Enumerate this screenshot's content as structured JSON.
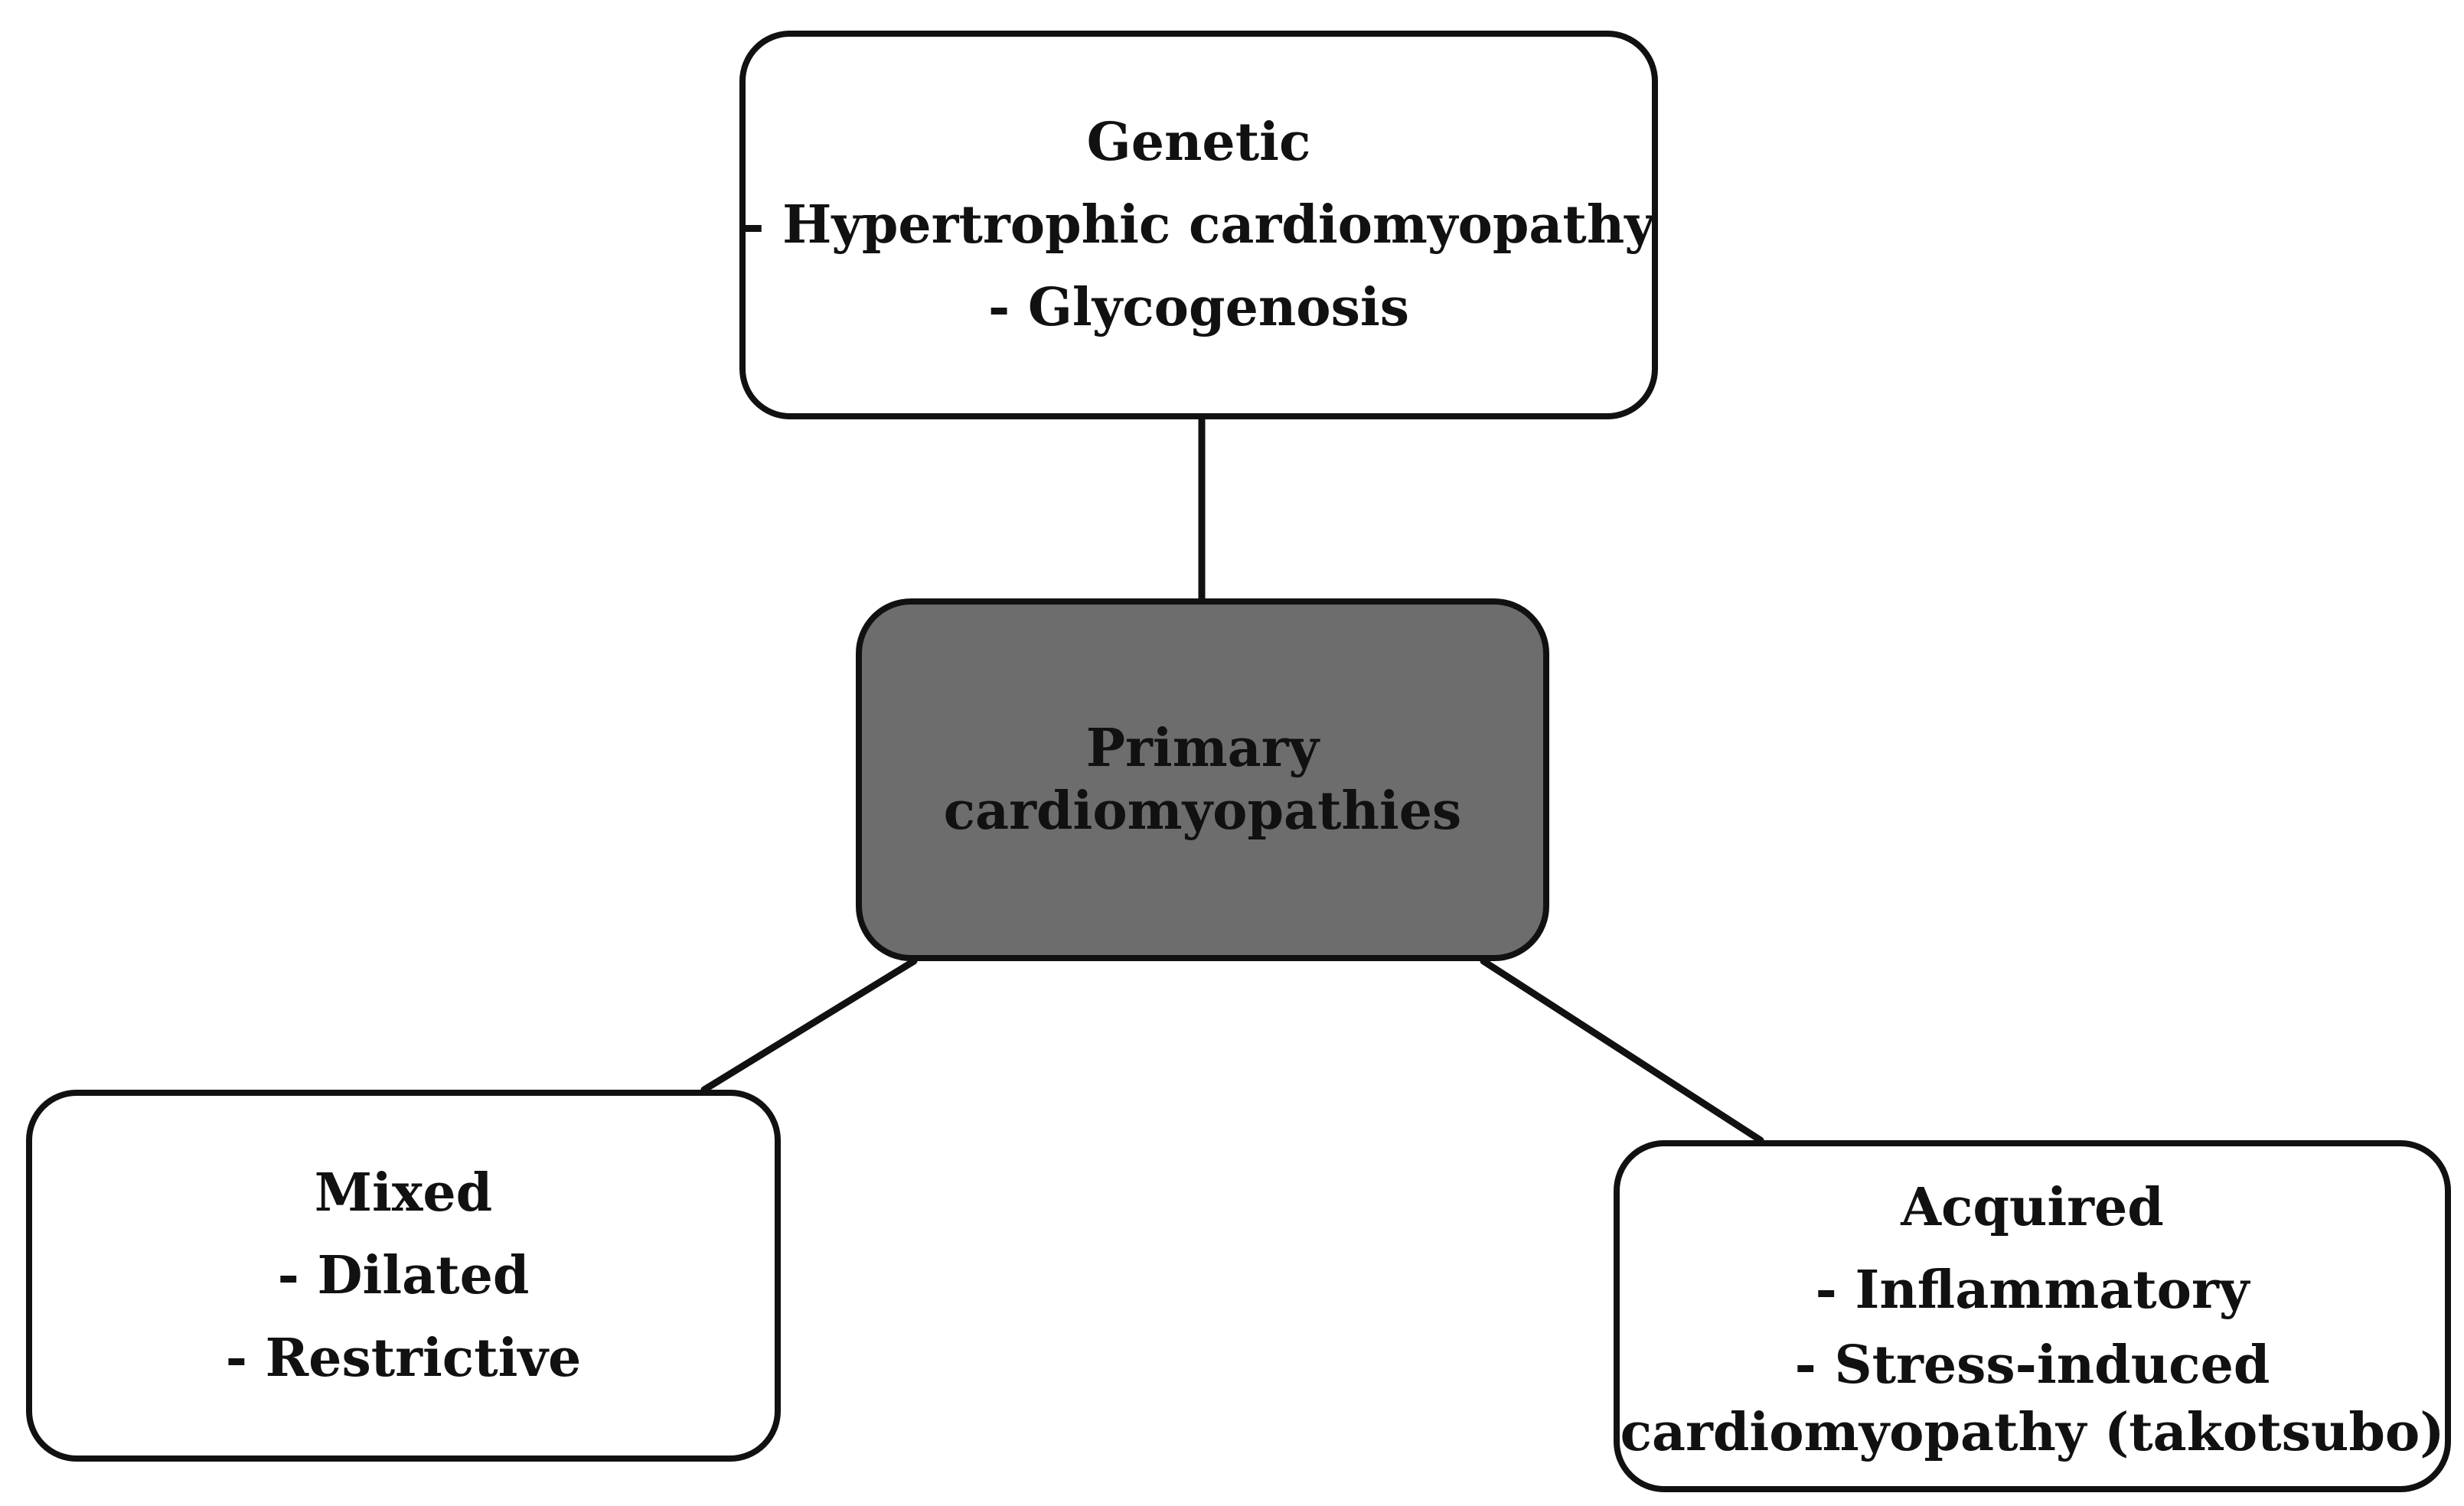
{
  "diagram": {
    "center": {
      "title_line1": "Primary",
      "title_line2": "cardiomyopathies"
    },
    "genetic": {
      "title": "Genetic",
      "items": [
        "- Hypertrophic cardiomyopathy",
        "- Glycogenosis"
      ]
    },
    "mixed": {
      "title": "Mixed",
      "items": [
        "- Dilated",
        "- Restrictive"
      ]
    },
    "acquired": {
      "title": "Acquired",
      "items": [
        "- Inflammatory",
        "- Stress-induced",
        "cardiomyopathy (takotsubo)"
      ]
    }
  },
  "colors": {
    "center_fill": "#6d6d6d",
    "box_fill": "#ffffff",
    "stroke": "#111111"
  }
}
